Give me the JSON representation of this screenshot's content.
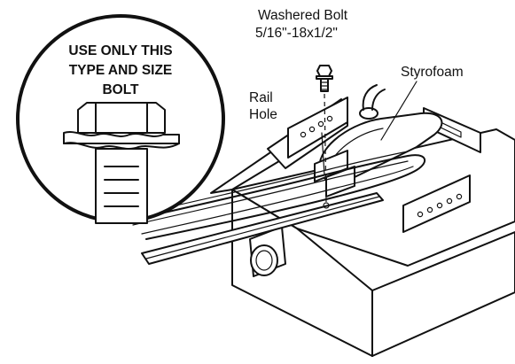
{
  "callout": {
    "line1": "USE ONLY THIS",
    "line2": "TYPE AND SIZE",
    "line3": "BOLT"
  },
  "labels": {
    "bolt_line1": "Washered Bolt",
    "bolt_line2": "5/16\"-18x1/2\"",
    "rail_line1": "Rail",
    "rail_line2": "Hole",
    "styrofoam": "Styrofoam"
  },
  "icons": {
    "magnifier": "bolt-detail-icon",
    "bolt": "washered-bolt-icon",
    "opener": "opener-motor-unit-icon"
  }
}
